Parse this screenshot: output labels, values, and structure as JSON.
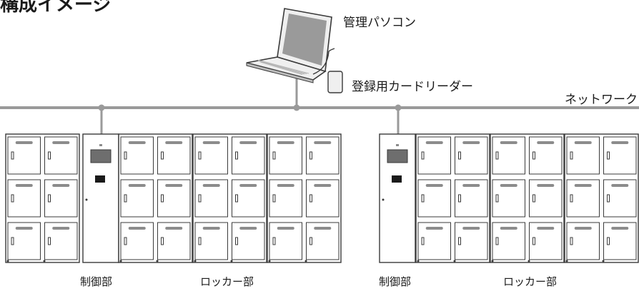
{
  "diagram": {
    "title": "構成イメージ",
    "labels": {
      "management_pc": "管理パソコン",
      "card_reader": "登録用カードリーダー",
      "network": "ネットワーク"
    },
    "groups": [
      {
        "control": "制御部",
        "locker": "ロッカー部"
      },
      {
        "control": "制御部",
        "locker": "ロッカー部"
      }
    ],
    "colors": {
      "line": "#9a9a9a",
      "outline": "#3a3a3a",
      "handle": "#8c8c8c",
      "panel": "#6e6e6e",
      "reader_slot": "#1a1a1a",
      "device_fill": "#efefef"
    }
  }
}
